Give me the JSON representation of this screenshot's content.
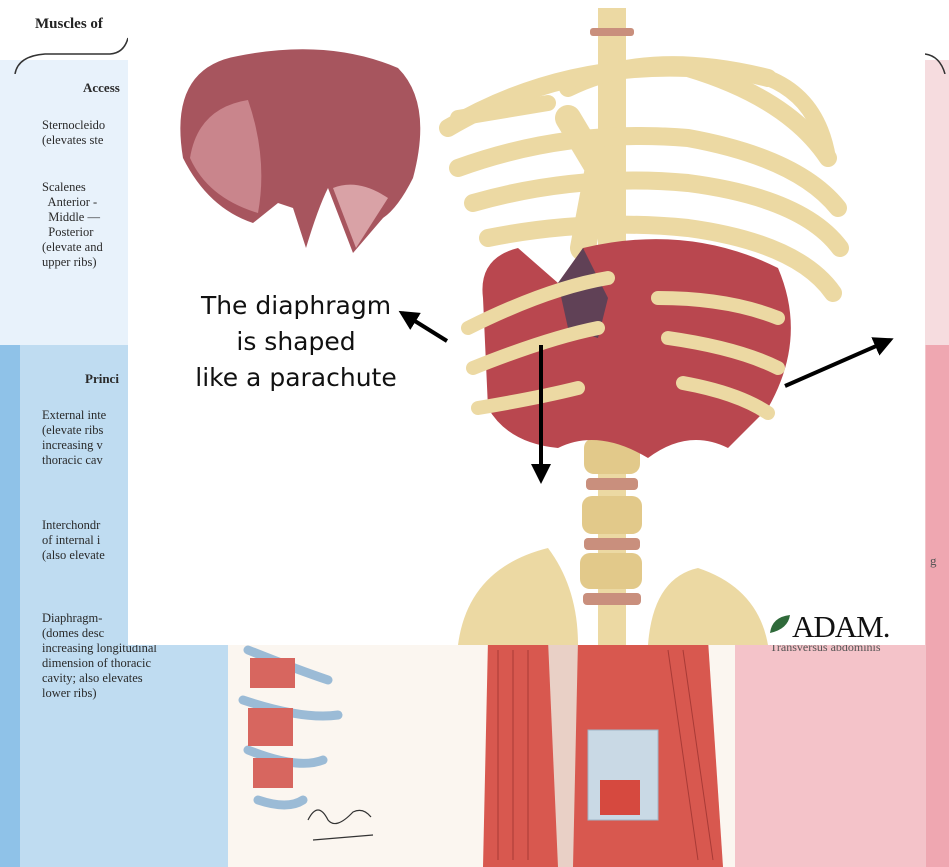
{
  "background_page": {
    "title_fragment": "Muscles of",
    "accessory_heading_fragment": "Access",
    "accessory_lines": [
      "Sternocleido",
      "(elevates ste",
      "",
      "Scalenes",
      "  Anterior -",
      "  Middle —",
      "  Posterior",
      "(elevate and",
      "upper ribs)"
    ],
    "principal_heading_fragment": "Princi",
    "external_lines": [
      "External inte",
      "(elevate ribs",
      "increasing v",
      "thoracic cav"
    ],
    "interchondral_lines": [
      "Interchondr",
      "of internal i",
      "(also elevate"
    ],
    "diaphragm_lines": [
      "Diaphragm-",
      "(domes desc",
      "increasing longitudinal",
      "dimension of thoracic",
      "cavity; also elevates",
      "lower ribs)"
    ],
    "right_label": "Transversus abdominis",
    "right_fragment": "g"
  },
  "overlay": {
    "caption_lines": [
      "The diaphragm",
      "is shaped",
      "like a parachute"
    ],
    "logo_text": "ADAM."
  },
  "colors": {
    "bone": "#ecd9a3",
    "muscle": "#b9474f",
    "diaphragm_dome": "#a7555e",
    "panel_blue": "#bfdcf1",
    "panel_pink": "#f4c3c9"
  }
}
